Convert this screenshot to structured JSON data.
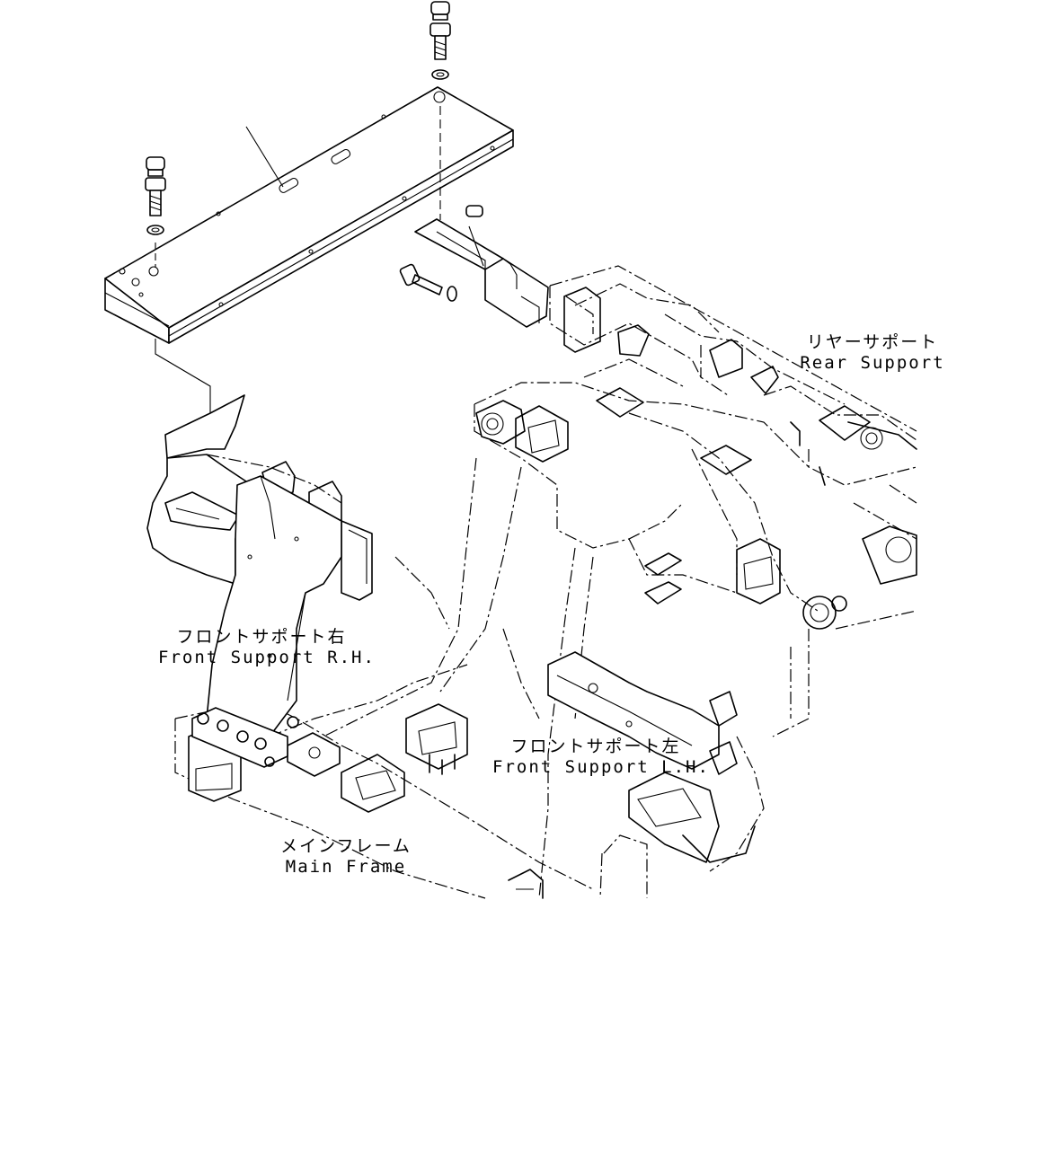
{
  "labels": {
    "rear_support": {
      "jp": "リヤーサポート",
      "en": "Rear Support"
    },
    "front_support_rh": {
      "jp": "フロントサポート右",
      "en": "Front Support R.H."
    },
    "front_support_lh": {
      "jp": "フロントサポート左",
      "en": "Front Support L.H."
    },
    "main_frame": {
      "jp": "メインフレーム",
      "en": "Main Frame"
    }
  },
  "colors": {
    "line": "#000000",
    "background": "#ffffff"
  }
}
